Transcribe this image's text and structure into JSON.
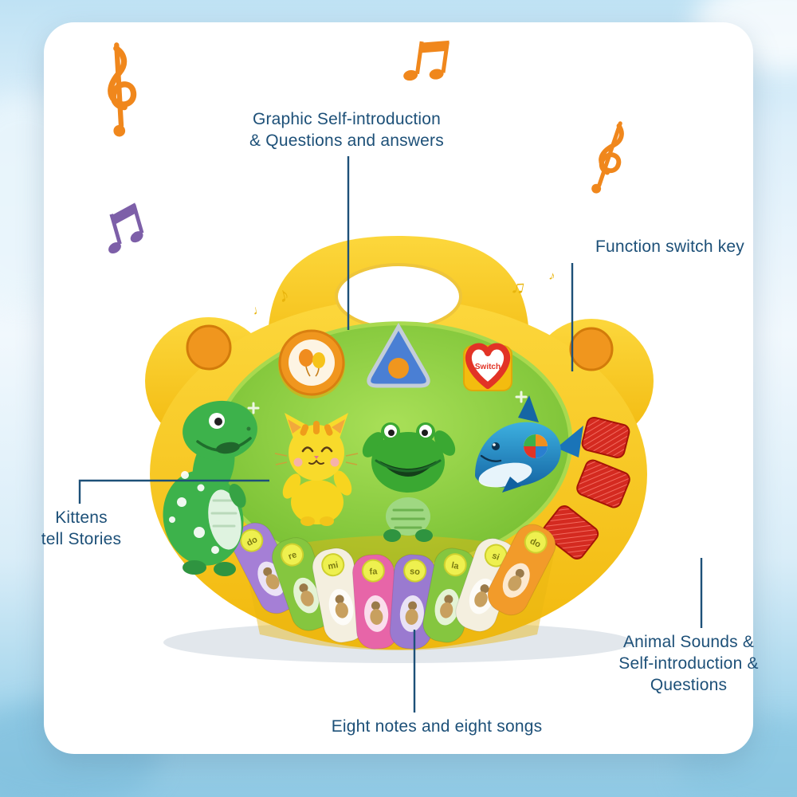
{
  "colors": {
    "label_blue": "#1d5078",
    "toy_yellow": "#f7c51a",
    "panel_green": "#7cc436",
    "knob_orange": "#f0961e",
    "button_red": "#e23326",
    "music_note_orange": "#f0871c",
    "music_note_purple": "#7d5fa8"
  },
  "callouts": {
    "graphic_intro": {
      "line1": "Graphic Self-introduction",
      "line2": "& Questions and answers"
    },
    "function_switch": {
      "label": "Function switch key"
    },
    "kittens": {
      "line1": "Kittens",
      "line2": "tell Stories"
    },
    "animal_sounds": {
      "line1": "Animal Sounds &",
      "line2": "Self-introduction &",
      "line3": "Questions"
    },
    "eight_notes": {
      "label": "Eight notes and eight songs"
    }
  },
  "toy": {
    "switch_label": "Switch",
    "keys": [
      {
        "note": "do",
        "color": "#a57fd6"
      },
      {
        "note": "re",
        "color": "#85c63f"
      },
      {
        "note": "mi",
        "color": "#f4efdf"
      },
      {
        "note": "fa",
        "color": "#e765a8"
      },
      {
        "note": "so",
        "color": "#9a7ad0"
      },
      {
        "note": "la",
        "color": "#85c63f"
      },
      {
        "note": "si",
        "color": "#f4efdf"
      },
      {
        "note": "do",
        "color": "#f29b2a"
      }
    ]
  }
}
